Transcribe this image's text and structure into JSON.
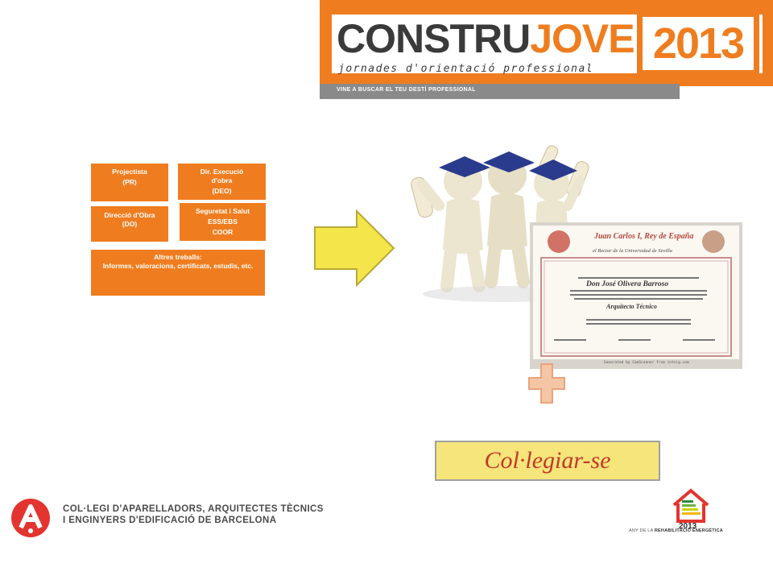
{
  "header": {
    "title_part1": "CONSTRU",
    "title_part2": "JOVE",
    "year": "2013",
    "subtitle": "jornades d'orientació professional",
    "slogan": "VINE A BUSCAR EL TEU DESTÍ PROFESSIONAL"
  },
  "roles": {
    "projectista": {
      "title": "Projectista",
      "code": "(PR)"
    },
    "dir_execucio": {
      "title": "Dir. Execució d'obra",
      "code": "(DEO)"
    },
    "direccio_obra": {
      "title": "Direcció d'Obra",
      "code": "(DO)"
    },
    "seguretat": {
      "title": "Seguretat i Salut",
      "line2": "ESS/EBS",
      "line3": "COOR"
    },
    "altres": {
      "title": "Altres treballs:",
      "desc": "Informes, valoracions, certificats, estudis, etc."
    }
  },
  "diploma": {
    "heading": "Juan Carlos I, Rey de España",
    "subheading": "el Rector de la Universidad de Sevilla",
    "name": "Don José Olivera Barroso",
    "degree": "Arquitecto Técnico",
    "footer": "Generated by CamScanner from intsig.com"
  },
  "cta": {
    "label": "Col·legiar-se"
  },
  "footer": {
    "org_line1": "COL·LEGI D'APARELLADORS, ARQUITECTES TÈCNICS",
    "org_line2": "I ENGINYERS D'EDIFICACIÓ DE BARCELONA",
    "rehab_year": "2013",
    "rehab_prefix": "ANY DE LA ",
    "rehab_label": "REHABILITACIÓ ENERGÈTICA"
  },
  "colors": {
    "orange": "#ef7d1f",
    "yellow": "#f6e57a",
    "red_text": "#c0392b",
    "grey": "#8a8a8a"
  }
}
